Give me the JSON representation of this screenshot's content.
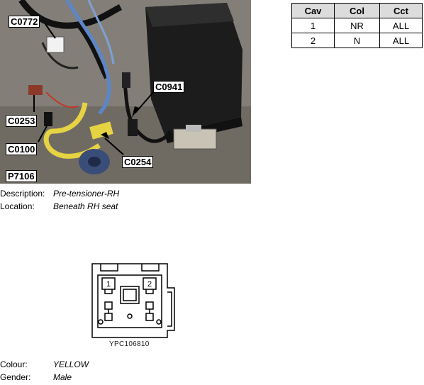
{
  "photo": {
    "callouts": {
      "c0772": "C0772",
      "c0253": "C0253",
      "c0100": "C0100",
      "p7106": "P7106",
      "c0941": "C0941",
      "c0254": "C0254"
    }
  },
  "cavity_table": {
    "headers": [
      "Cav",
      "Col",
      "Cct"
    ],
    "rows": [
      [
        "1",
        "NR",
        "ALL"
      ],
      [
        "2",
        "N",
        "ALL"
      ]
    ]
  },
  "description": {
    "label": "Description:",
    "value": "Pre-tensioner-RH"
  },
  "location": {
    "label": "Location:",
    "value": "Beneath RH seat"
  },
  "connector": {
    "pin1": "1",
    "pin2": "2",
    "part_number": "YPC106810"
  },
  "colour": {
    "label": "Colour:",
    "value": "YELLOW"
  },
  "gender": {
    "label": "Gender:",
    "value": "Male"
  }
}
